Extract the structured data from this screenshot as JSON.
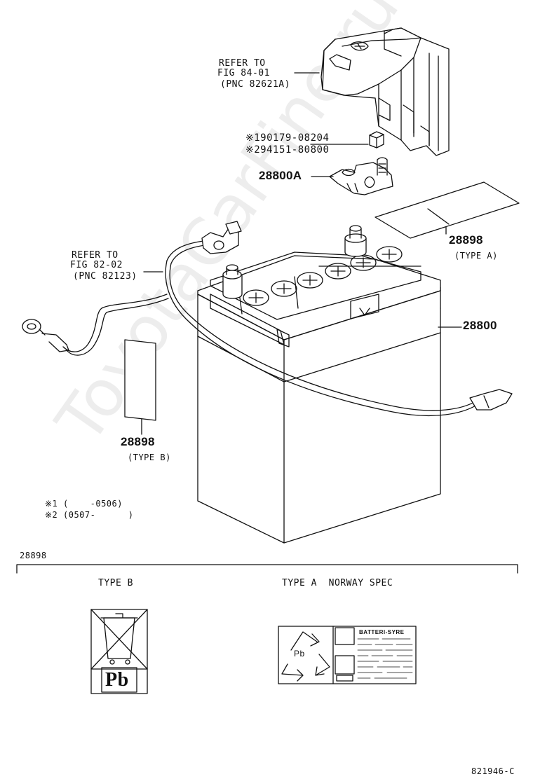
{
  "watermark": "ToyotaCarFine.ru",
  "labels": {
    "refer_fig_84_01": [
      "REFER TO",
      "FIG 84-01",
      "(PNC 82621A)"
    ],
    "part_1": "※190179-08204",
    "part_2": "※294151-80800",
    "part_28800a": "28800A",
    "part_28898_a": "28898",
    "type_a_paren": "(TYPE A)",
    "refer_fig_82_02": [
      "REFER TO",
      "FIG 82-02",
      "(PNC 82123)"
    ],
    "part_28800": "28800",
    "part_28898_b": "28898",
    "type_b_paren": "(TYPE B)",
    "note_1": "※1 (    -0506)",
    "note_2": "※2 (0507-      )",
    "section_code": "28898",
    "type_b_title": "TYPE B",
    "type_a_title": "TYPE A  NORWAY SPEC",
    "pb_text": "Pb",
    "label_header": "BATTERI-SYRE",
    "diagram_code": "821946-C"
  }
}
